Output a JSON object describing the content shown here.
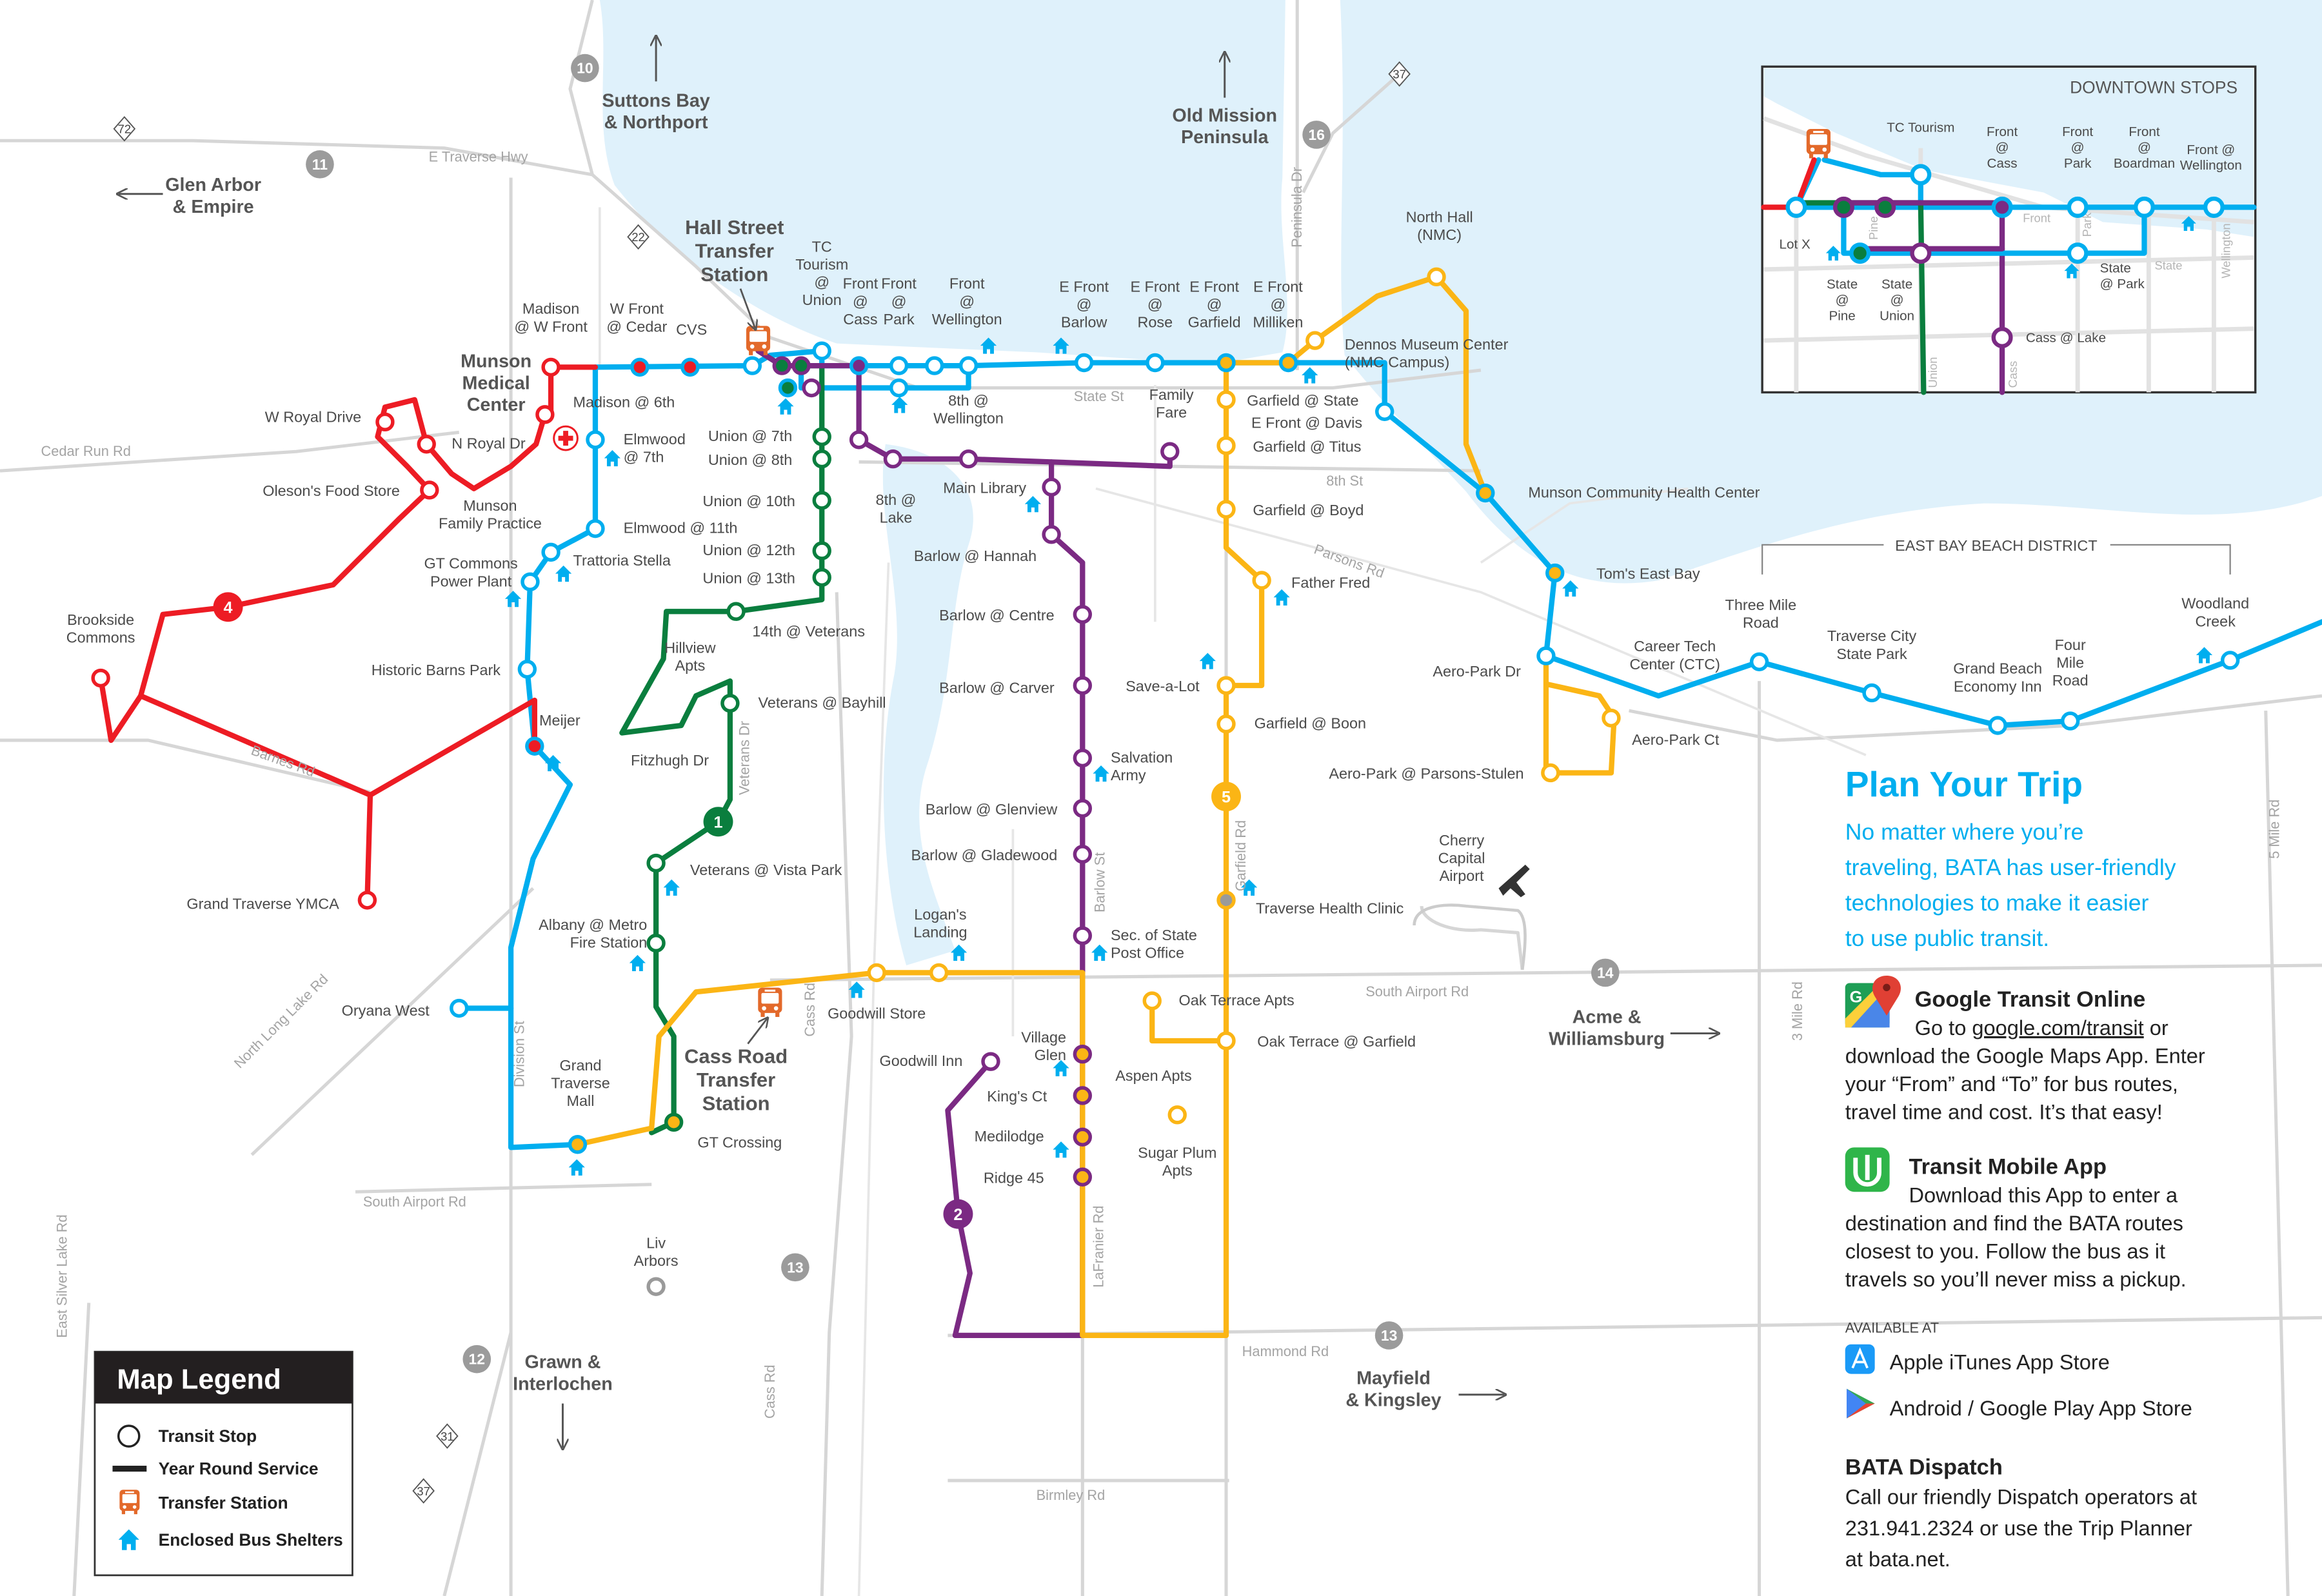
{
  "colors": {
    "route_blue": "#00aeef",
    "route_red": "#ed1c24",
    "route_green": "#0a7e3e",
    "route_purple": "#7b2a83",
    "route_yellow": "#fbb515",
    "transfer_orange": "#e3692a",
    "water": "#dff1fb",
    "road": "#d6d6d6"
  },
  "map": {
    "destinations": [
      "Suttons Bay\n& Northport",
      "Glen Arbor\n& Empire",
      "Old Mission\nPeninsula",
      "Acme &\nWilliamsburg",
      "Grawn &\nInterlochen",
      "Mayfield\n& Kingsley"
    ],
    "transfer_stations": [
      "Hall Street\nTransfer\nStation",
      "Cass Road\nTransfer\nStation"
    ],
    "highway_shields": [
      "10",
      "11",
      "16",
      "14",
      "13",
      "13",
      "12"
    ],
    "state_routes": [
      "72",
      "22",
      "37",
      "31",
      "37"
    ],
    "route_numbers": [
      "4",
      "1",
      "5",
      "2"
    ],
    "areas": {
      "munson_medical": "Munson\nMedical\nCenter",
      "east_bay_beach": "EAST BAY BEACH DISTRICT",
      "airport": "Cherry\nCapital\nAirport"
    },
    "roads": [
      "E Traverse Hwy",
      "Cedar Run Rd",
      "Barnes Rd",
      "North Long Lake Rd",
      "Division St",
      "South Airport Rd",
      "East Silver Lake Rd",
      "Cass Rd",
      "Cass Rd",
      "Veterans Dr",
      "Peninsula Dr",
      "State St",
      "8th St",
      "Parsons Rd",
      "Barlow St",
      "Garfield Rd",
      "South Airport Rd",
      "Hammond Rd",
      "Birmley Rd",
      "LaFranier Rd",
      "3 Mile Rd",
      "5 Mile Rd"
    ],
    "stops": [
      "Madison\n@ W Front",
      "W Front\n@ Cedar",
      "CVS",
      "TC\nTourism\n@\nUnion",
      "Front\n@\nCass",
      "Front\n@\nPark",
      "Front\n@\nWellington",
      "E Front\n@\nBarlow",
      "E Front\n@\nRose",
      "E Front\n@\nGarfield",
      "E Front\n@\nMilliken",
      "North Hall\n(NMC)",
      "Dennos Museum Center\n(NMC Campus)",
      "Munson\nMedical\nCenter",
      "Madison @ 6th",
      "W Royal Drive",
      "N Royal Dr",
      "Oleson's Food Store",
      "Munson\nFamily Practice",
      "Elmwood\n@ 7th",
      "Elmwood @ 11th",
      "Trattoria Stella",
      "GT Commons\nPower Plant",
      "Brookside\nCommons",
      "Historic Barns Park",
      "Meijer",
      "Grand Traverse YMCA",
      "Oryana West",
      "Grand\nTraverse\nMall",
      "Union @ 7th",
      "Union @ 8th",
      "Union @ 10th",
      "Union @ 12th",
      "Union @ 13th",
      "14th @ Veterans",
      "Hillview\nApts",
      "Veterans @ Bayhill",
      "Fitzhugh Dr",
      "Veterans @ Vista Park",
      "Albany @ Metro\nFire Station",
      "Goodwill Store",
      "GT Crossing",
      "Liv\nArbors",
      "8th @\nWellington",
      "8th @\nLake",
      "Main Library",
      "Barlow @ Hannah",
      "Barlow @ Centre",
      "Barlow @ Carver",
      "Salvation\nArmy",
      "Barlow @ Glenview",
      "Barlow @ Gladewood",
      "Logan's\nLanding",
      "Sec. of State\nPost Office",
      "Goodwill Inn",
      "Village\nGlen",
      "King's Ct",
      "Medilodge",
      "Ridge 45",
      "Family\nFare",
      "Garfield @ State",
      "E Front @ Davis",
      "Garfield @ Titus",
      "Garfield @ Boyd",
      "Father Fred",
      "Save-a-Lot",
      "Garfield @ Boon",
      "Traverse Health Clinic",
      "Oak Terrace Apts",
      "Oak Terrace @ Garfield",
      "Aspen Apts",
      "Sugar Plum\nApts",
      "Munson Community Health Center",
      "Tom's East Bay",
      "Aero-Park Dr",
      "Aero-Park Ct",
      "Aero-Park @ Parsons-Stulen",
      "Career Tech\nCenter (CTC)",
      "Three Mile\nRoad",
      "Traverse City\nState Park",
      "Grand Beach\nEconomy Inn",
      "Four\nMile\nRoad",
      "Woodland\nCreek"
    ]
  },
  "inset": {
    "title": "DOWNTOWN STOPS",
    "stops": [
      "TC Tourism",
      "Front\n@\nCass",
      "Front\n@\nPark",
      "Front\n@\nBoardman",
      "Front @\nWellington",
      "Lot X",
      "State\n@\nPine",
      "State\n@\nUnion",
      "State\n@ Park",
      "Cass @ Lake"
    ],
    "streets": [
      "Front",
      "Pine",
      "Park",
      "State",
      "Wellington",
      "Union",
      "Cass"
    ]
  },
  "legend": {
    "title": "Map Legend",
    "items": [
      "Transit Stop",
      "Year Round Service",
      "Transfer Station",
      "Enclosed Bus Shelters"
    ]
  },
  "plan": {
    "title": "Plan Your Trip",
    "intro": [
      "No matter where you’re",
      "traveling, BATA has user-friendly",
      "technologies to make it easier",
      "to use public transit."
    ],
    "google": {
      "heading": "Google Transit Online",
      "line1_pre": "Go to ",
      "link": "google.com/transit",
      "line1_post": " or",
      "lines": [
        "download the Google Maps App. Enter",
        "your “From” and “To” for bus routes,",
        "travel time and cost. It’s that easy!"
      ]
    },
    "transit_app": {
      "heading": "Transit Mobile App",
      "lines": [
        "Download this App to enter a",
        "destination and find the BATA routes",
        "closest to you. Follow the bus as it",
        "travels so you’ll never miss a pickup."
      ]
    },
    "available_at": "AVAILABLE AT",
    "apple": "Apple iTunes App Store",
    "android": "Android / Google Play App Store",
    "dispatch": {
      "heading": "BATA Dispatch",
      "lines": [
        "Call our friendly Dispatch operators at",
        "231.941.2324 or use the Trip Planner",
        "at bata.net."
      ]
    }
  }
}
